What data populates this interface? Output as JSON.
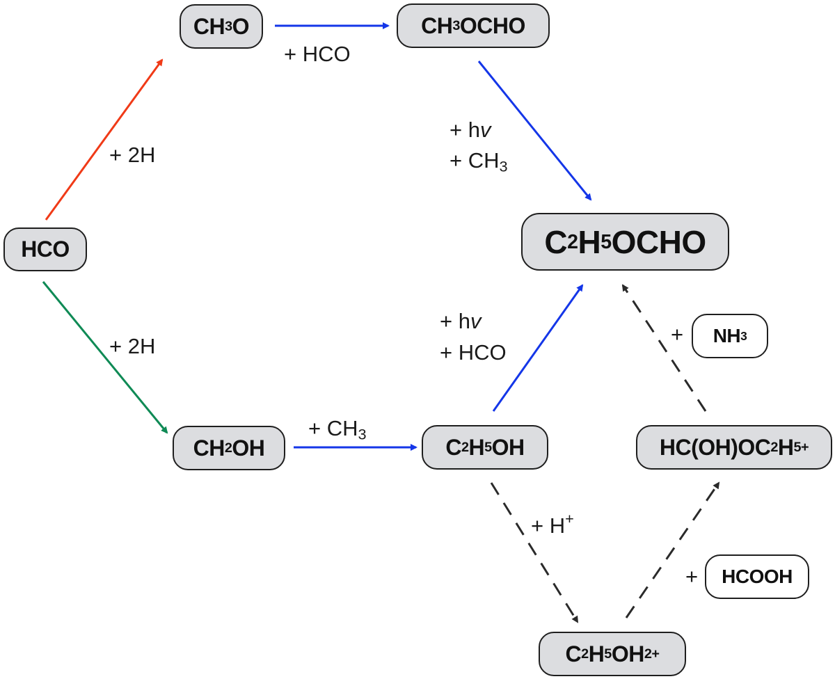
{
  "colors": {
    "hydrogenation_red": "#f03a17",
    "hydrogenation_green": "#0f8a55",
    "radical_blue": "#1436e8",
    "ion_molecule_dashed": "#2a2a2a",
    "node_fill": "#dcdde0",
    "reagent_fill": "#ffffff",
    "node_border": "#1e1e1e"
  },
  "nodes": {
    "hco": {
      "parts": [
        {
          "t": "HCO"
        }
      ]
    },
    "ch3o": {
      "parts": [
        {
          "t": "CH"
        },
        {
          "sub": "3"
        },
        {
          "t": "O"
        }
      ]
    },
    "ch3ocho": {
      "parts": [
        {
          "t": "CH"
        },
        {
          "sub": "3"
        },
        {
          "t": "OCHO"
        }
      ]
    },
    "c2h5ocho": {
      "parts": [
        {
          "t": "C"
        },
        {
          "sub": "2"
        },
        {
          "t": "H"
        },
        {
          "sub": "5"
        },
        {
          "t": "OCHO"
        }
      ]
    },
    "ch2oh": {
      "parts": [
        {
          "t": "CH"
        },
        {
          "sub": "2"
        },
        {
          "t": "OH"
        }
      ]
    },
    "c2h5oh": {
      "parts": [
        {
          "t": "C"
        },
        {
          "sub": "2"
        },
        {
          "t": "H"
        },
        {
          "sub": "5"
        },
        {
          "t": "OH"
        }
      ]
    },
    "hcohoc2h5": {
      "parts": [
        {
          "t": "HC(OH)OC"
        },
        {
          "sub": "2"
        },
        {
          "t": "H"
        },
        {
          "sub": "5"
        },
        {
          "sup": "+"
        }
      ]
    },
    "c2h5oh2": {
      "parts": [
        {
          "t": "C"
        },
        {
          "sub": "2"
        },
        {
          "t": "H"
        },
        {
          "sub": "5"
        },
        {
          "t": "OH"
        },
        {
          "sub": "2"
        },
        {
          "sup": "+"
        }
      ]
    },
    "nh3": {
      "parts": [
        {
          "t": "NH"
        },
        {
          "sub": "3"
        }
      ]
    },
    "hcooh": {
      "parts": [
        {
          "t": "HCOOH"
        }
      ]
    }
  },
  "edges": [
    {
      "id": "hco-to-ch3o",
      "from": "HCO",
      "to": "CH3O",
      "style": "solid",
      "color": "#f03a17"
    },
    {
      "id": "hco-to-ch2oh",
      "from": "HCO",
      "to": "CH2OH",
      "style": "solid",
      "color": "#0f8a55"
    },
    {
      "id": "ch3o-to-ch3ocho",
      "from": "CH3O",
      "to": "CH3OCHO",
      "style": "solid",
      "color": "#1436e8"
    },
    {
      "id": "ch3ocho-to-c2h5ocho",
      "from": "CH3OCHO",
      "to": "C2H5OCHO",
      "style": "solid",
      "color": "#1436e8"
    },
    {
      "id": "ch2oh-to-c2h5oh",
      "from": "CH2OH",
      "to": "C2H5OH",
      "style": "solid",
      "color": "#1436e8"
    },
    {
      "id": "c2h5oh-to-c2h5ocho",
      "from": "C2H5OH",
      "to": "C2H5OCHO",
      "style": "solid",
      "color": "#1436e8"
    },
    {
      "id": "c2h5oh-to-c2h5oh2",
      "from": "C2H5OH",
      "to": "C2H5OH2+",
      "style": "dashed",
      "color": "#2a2a2a"
    },
    {
      "id": "c2h5oh2-to-hcohoc2h5",
      "from": "C2H5OH2+",
      "to": "HC(OH)OC2H5+",
      "style": "dashed",
      "color": "#2a2a2a"
    },
    {
      "id": "hcohoc2h5-to-c2h5ocho",
      "from": "HC(OH)OC2H5+",
      "to": "C2H5OCHO",
      "style": "dashed",
      "color": "#2a2a2a"
    }
  ],
  "labels": {
    "red_2h": {
      "parts": [
        {
          "t": "+ 2H"
        }
      ]
    },
    "green_2h": {
      "parts": [
        {
          "t": "+ 2H"
        }
      ]
    },
    "plus_hco_top": {
      "parts": [
        {
          "t": "+ HCO"
        }
      ]
    },
    "hv_1": {
      "parts": [
        {
          "t": "+ h"
        },
        {
          "nu": "v"
        }
      ]
    },
    "plus_ch3_right": {
      "parts": [
        {
          "t": "+ CH"
        },
        {
          "sub": "3"
        }
      ]
    },
    "hv_2": {
      "parts": [
        {
          "t": "+ h"
        },
        {
          "nu": "v"
        }
      ]
    },
    "plus_hco_mid": {
      "parts": [
        {
          "t": "+ HCO"
        }
      ]
    },
    "plus_ch3_bottom": {
      "parts": [
        {
          "t": "+ CH"
        },
        {
          "sub": "3"
        }
      ]
    },
    "plus_hplus": {
      "parts": [
        {
          "t": "+ H"
        },
        {
          "sup": "+"
        }
      ]
    },
    "plus_nh3": {
      "parts": [
        {
          "t": "+"
        }
      ]
    },
    "plus_hcooh": {
      "parts": [
        {
          "t": "+"
        }
      ]
    }
  }
}
